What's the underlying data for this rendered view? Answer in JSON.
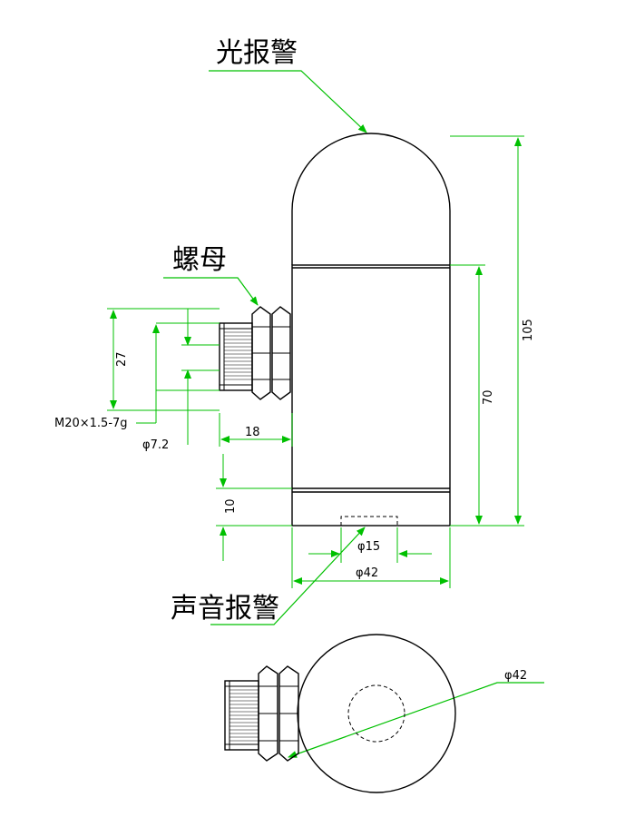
{
  "callouts": {
    "light_alarm": "光报警",
    "nut": "螺母",
    "sound_alarm": "声音报警"
  },
  "dimensions": {
    "overall_height": "105",
    "body_height": "70",
    "thread_width": "27",
    "thread_spec": "M20×1.5-7g",
    "bore_diameter": "φ7.2",
    "thread_length": "18",
    "base_height": "10",
    "sound_hole_diameter": "φ15",
    "body_diameter": "φ42",
    "bottom_view_diameter": "φ42"
  },
  "colors": {
    "outline": "#000000",
    "dimension": "#00c000",
    "background": "#ffffff"
  }
}
